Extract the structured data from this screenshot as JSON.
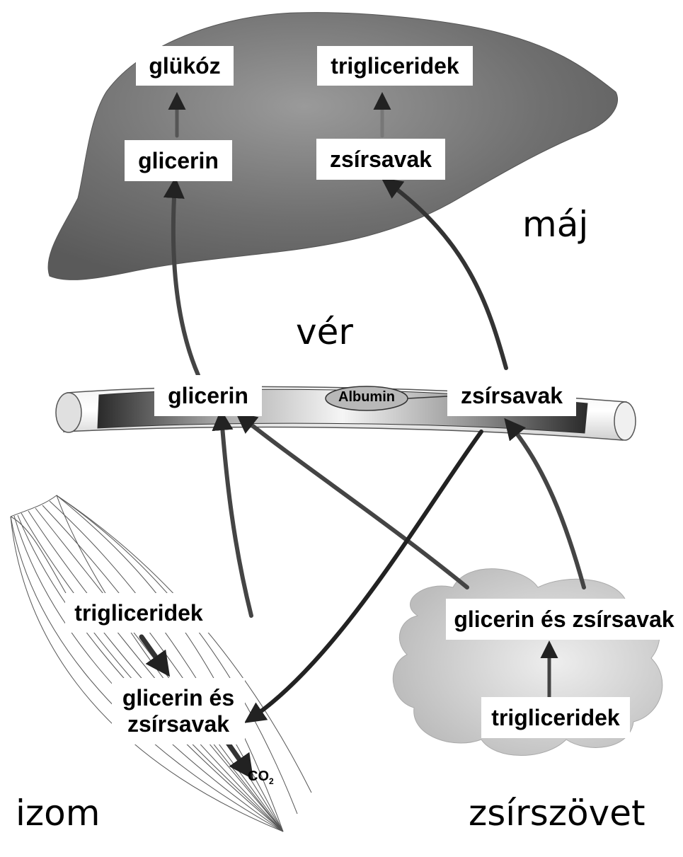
{
  "liver": {
    "label": "máj",
    "glucose": "glükóz",
    "triglycerides": "trigliceridek",
    "glycerol": "glicerin",
    "fatty_acids": "zsírsavak"
  },
  "blood": {
    "label": "vér",
    "glycerol": "glicerin",
    "albumin": "Albumin",
    "fatty_acids": "zsírsavak"
  },
  "muscle": {
    "label": "izom",
    "triglycerides": "trigliceridek",
    "glycerol_fa_line1": "glicerin és",
    "glycerol_fa_line2": "zsírsavak",
    "co2": "CO",
    "co2_sub": "2"
  },
  "adipose": {
    "label": "zsírszövet",
    "glycerol_fa": "glicerin és zsírsavak",
    "triglycerides": "trigliceridek"
  },
  "colors": {
    "liver_fill": "#6e6e6e",
    "arrow_dark": "#2b2b2b",
    "adipose_fill": "#cfcfcf"
  }
}
